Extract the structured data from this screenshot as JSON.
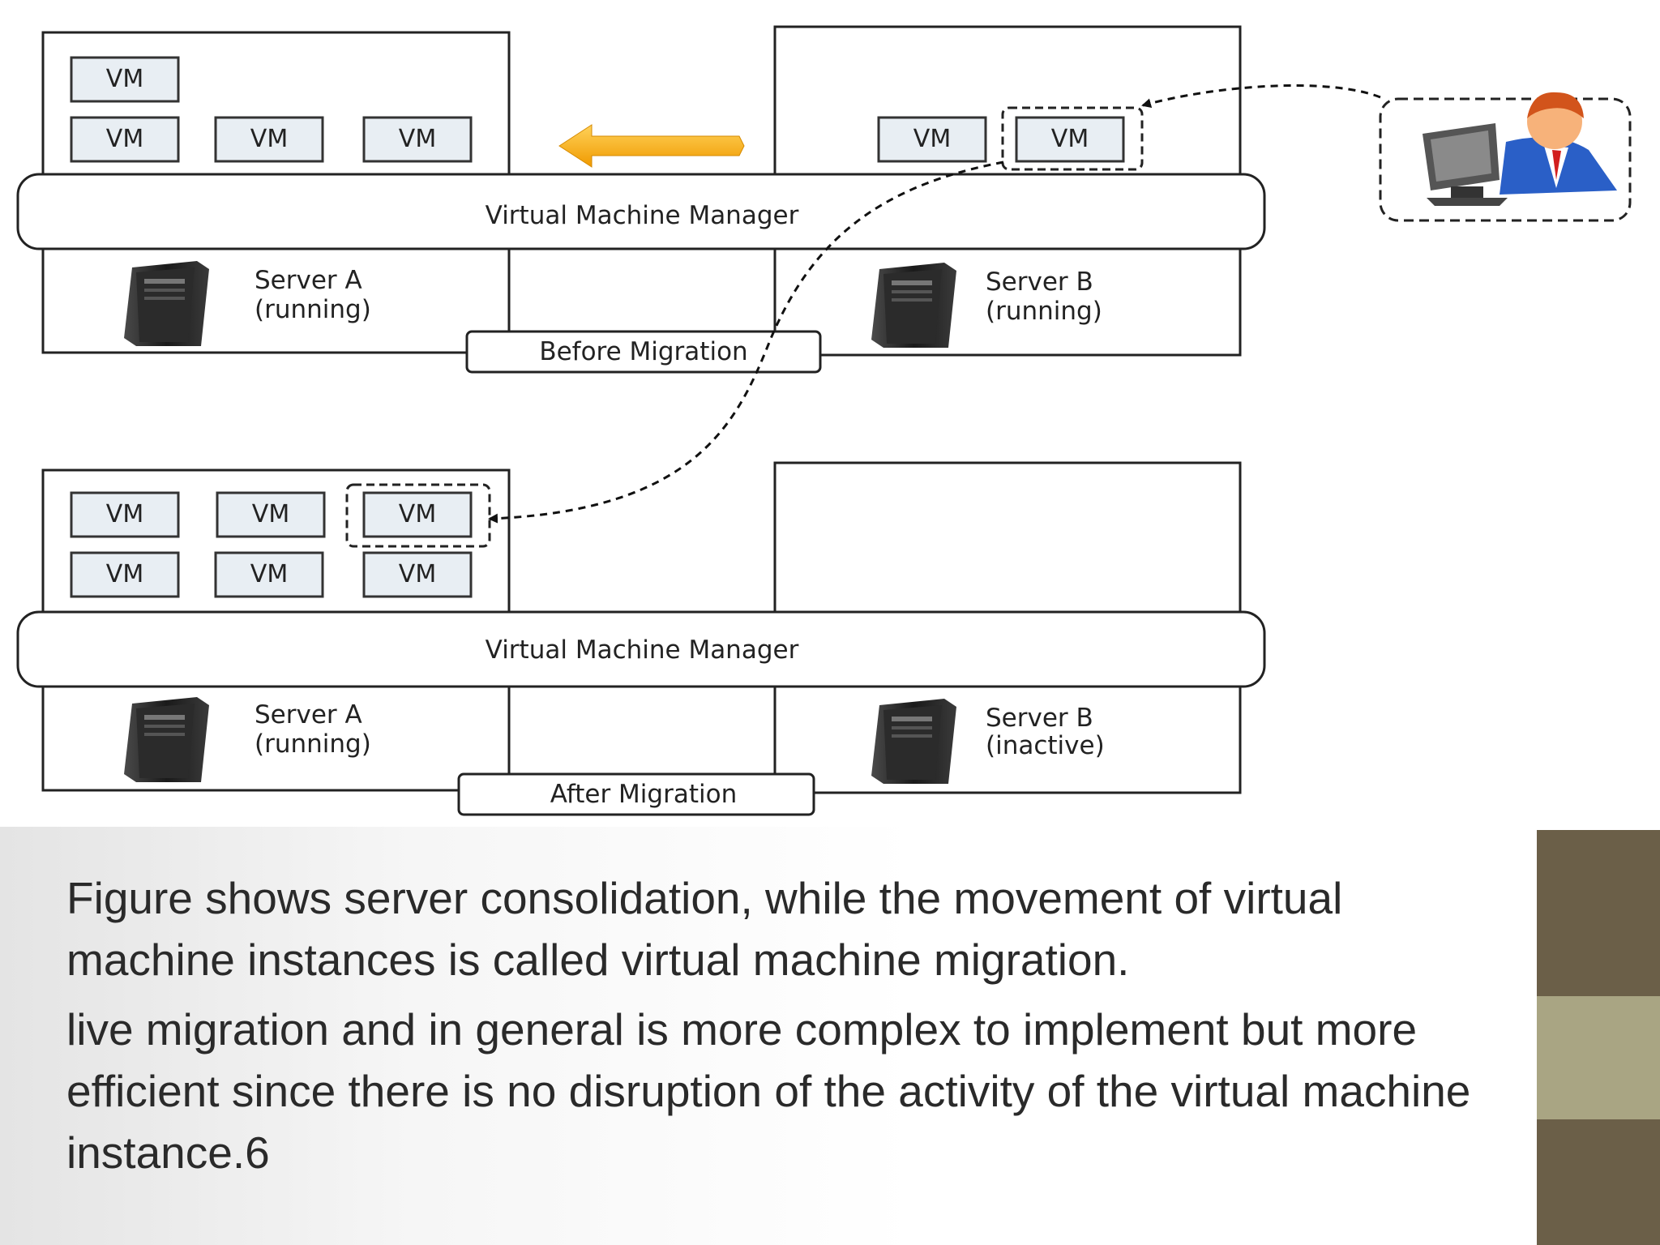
{
  "diagram": {
    "vm_label": "VM",
    "vmm_label": "Virtual Machine Manager",
    "before": {
      "caption": "Before Migration",
      "server_a": {
        "name": "Server A",
        "state": "(running)"
      },
      "server_b": {
        "name": "Server B",
        "state": "(running)"
      }
    },
    "after": {
      "caption": "After Migration",
      "server_a": {
        "name": "Server A",
        "state": "(running)"
      },
      "server_b": {
        "name": "Server B",
        "state": "(inactive)"
      }
    },
    "icons": [
      "server-tower-icon",
      "administrator-icon",
      "arrow-left-icon"
    ],
    "colors": {
      "arrow": "#f5a400",
      "vm_fill": "#e8eef3",
      "deco_dark": "#6b5f48",
      "deco_light": "#a9a583"
    }
  },
  "text": {
    "paragraph_1": "Figure shows server consolidation, while the movement of virtual machine instances is called virtual machine migration.",
    "paragraph_2": "live migration and in general is more complex to implement but more efficient since there is no disruption of the activity of the virtual machine instance.6"
  }
}
